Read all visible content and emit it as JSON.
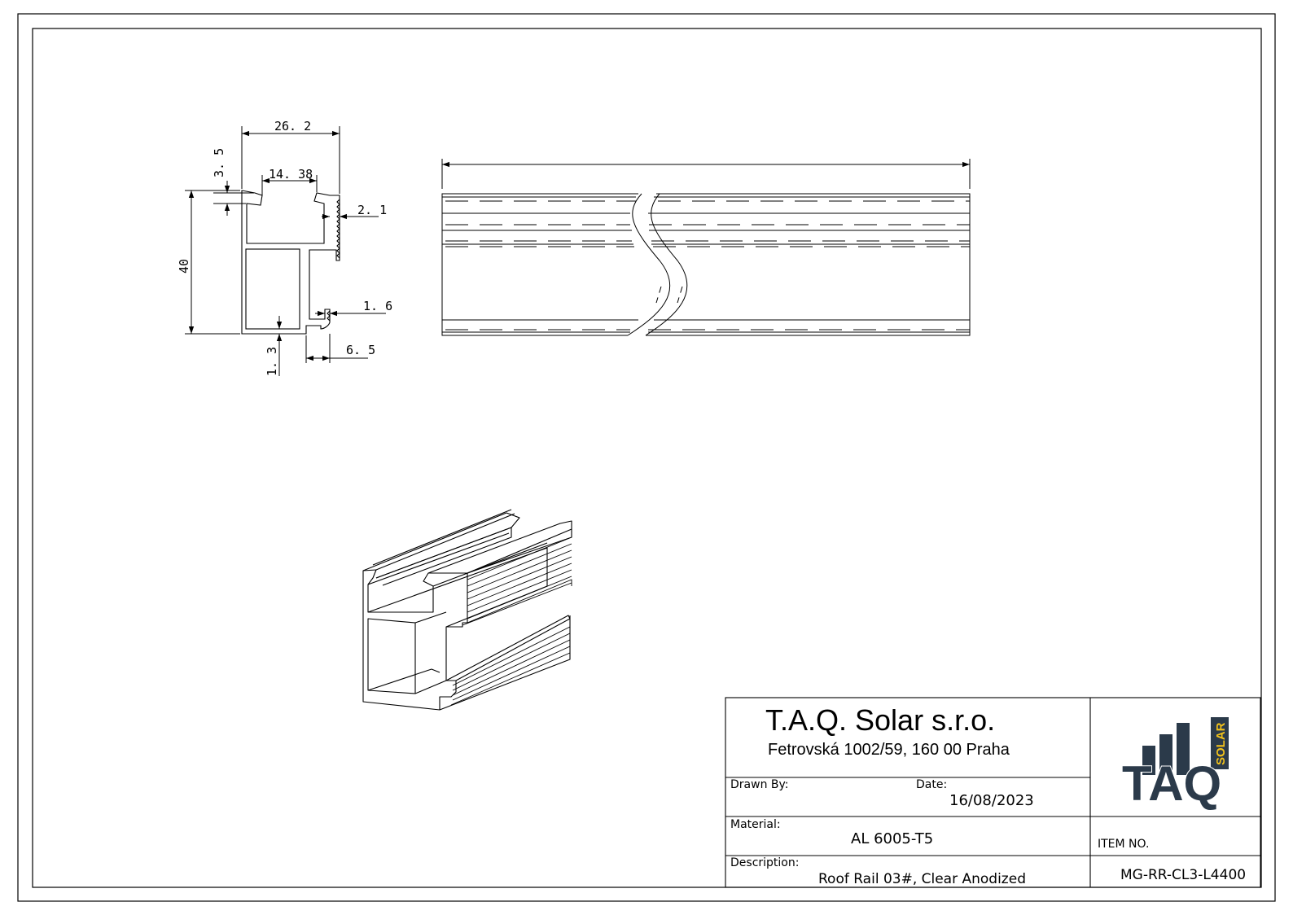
{
  "dimensions": {
    "width_overall": "26. 2",
    "slot_width": "14. 38",
    "lip_height": "3. 5",
    "height": "40",
    "serration": "2. 1",
    "wall_side": "1. 6",
    "wall_bottom": "1. 3",
    "foot_width": "6. 5"
  },
  "title_block": {
    "company": "T.A.Q. Solar s.r.o.",
    "address": "Fetrovská 1002/59, 160 00 Praha",
    "drawn_by_label": "Drawn By:",
    "date_label": "Date:",
    "date_value": "16/08/2023",
    "material_label": "Material:",
    "material_value": "AL 6005-T5",
    "description_label": "Description:",
    "description_value": "Roof Rail 03#, Clear Anodized",
    "item_no_label": "ITEM NO.",
    "item_no_value": "MG-RR-CL3-L4400",
    "logo_text": "TAQ",
    "logo_sub": "SOLAR"
  },
  "colors": {
    "logo_dark": "#2b3a4a",
    "logo_accent": "#f2c21a",
    "line": "#000000"
  }
}
